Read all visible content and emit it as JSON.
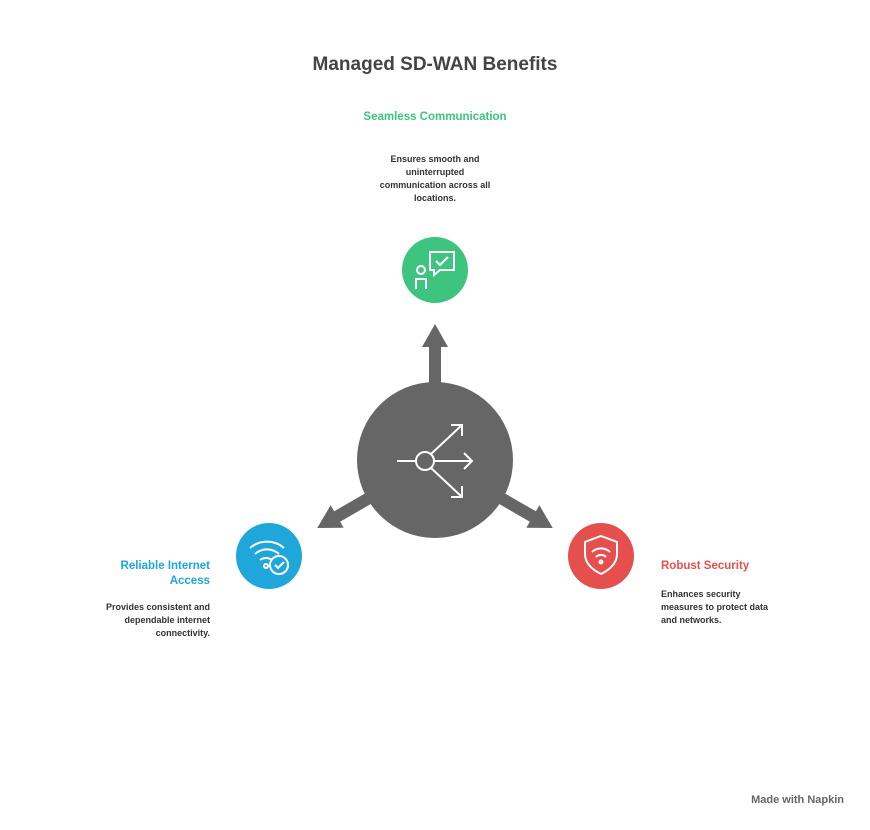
{
  "title": "Managed SD-WAN Benefits",
  "colors": {
    "center": "#666666",
    "green": "#3dc47e",
    "blue": "#1fa7dc",
    "red": "#e5504e"
  },
  "benefits": [
    {
      "label": "Seamless Communication",
      "desc": "Ensures smooth and uninterrupted communication across all locations.",
      "icon": "chat-check-person-icon"
    },
    {
      "label": "Reliable Internet Access",
      "desc": "Provides consistent and dependable internet connectivity.",
      "icon": "wifi-check-icon"
    },
    {
      "label": "Robust Security",
      "desc": "Enhances security measures to protect data and networks.",
      "icon": "shield-wifi-icon"
    }
  ],
  "footer": "Made with Napkin"
}
